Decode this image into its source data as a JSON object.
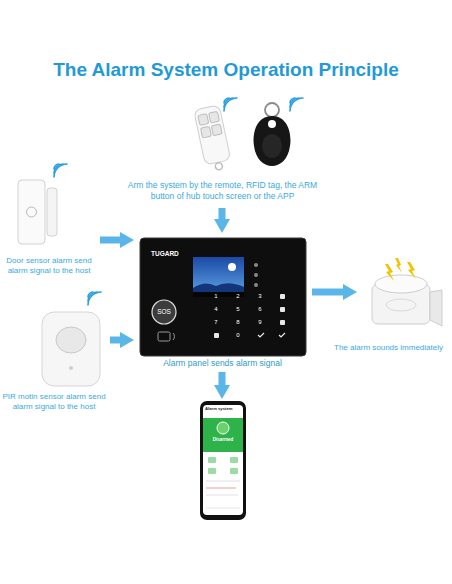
{
  "diagram": {
    "title": "The Alarm System Operation Principle",
    "nodes": [
      {
        "text": [
          "Arm the system by the remote, RFID tag, the ARM button of hub touch screen or the APP"
        ]
      },
      {
        "text": [
          "Door sensor alarm send alarm signal to the host"
        ]
      },
      {
        "text": [
          "PIR motin sensor alarm send alarm signal to the host"
        ]
      },
      {
        "text": [
          "TUGARD",
          "Alarm panel sends alarm signal"
        ]
      },
      {
        "text": [
          "The alarm sounds immediately"
        ]
      },
      {
        "text": [
          "Alarm system",
          "Disarmed"
        ]
      }
    ],
    "edges": [
      {
        "from": 0,
        "to": 3,
        "arrow": "to"
      },
      {
        "from": 1,
        "to": 3,
        "arrow": "to"
      },
      {
        "from": 2,
        "to": 3,
        "arrow": "to"
      },
      {
        "from": 3,
        "to": 4,
        "arrow": "to"
      },
      {
        "from": 3,
        "to": 5,
        "arrow": "to"
      }
    ],
    "labels": [
      "SOS",
      "1",
      "2",
      "3",
      "4",
      "5",
      "6",
      "7",
      "8",
      "9",
      "0"
    ]
  }
}
